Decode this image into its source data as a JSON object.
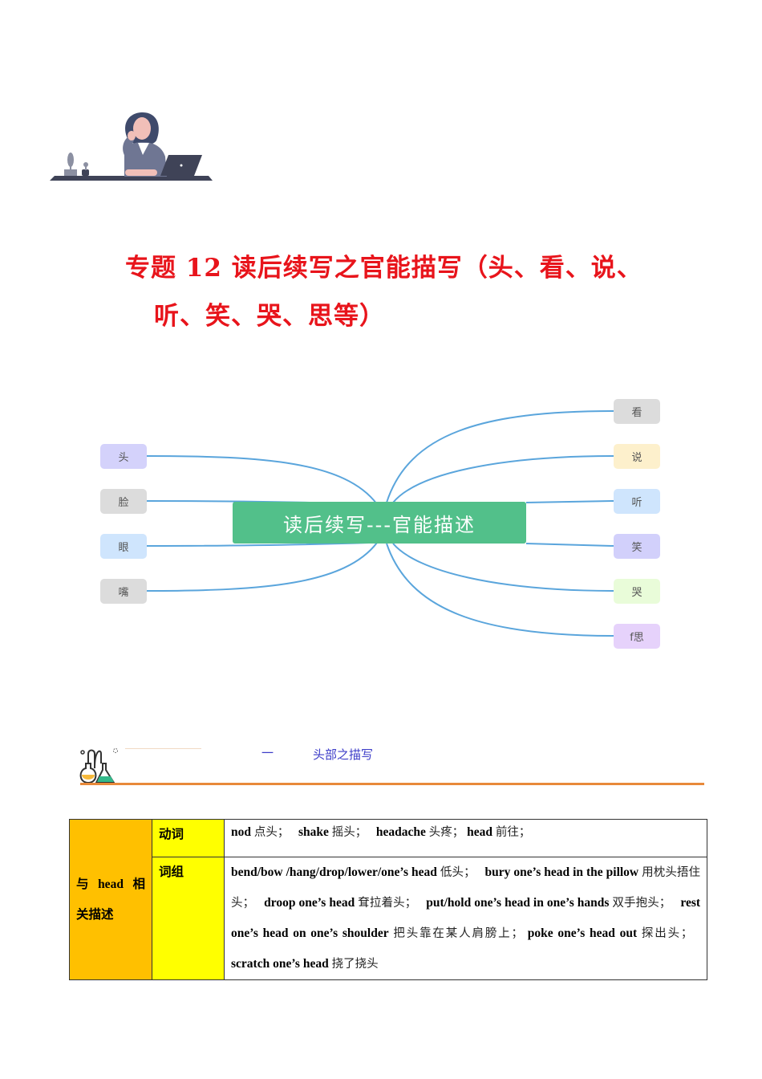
{
  "document": {
    "title_line1": "专题  12 读后续写之官能描写（头、看、说、",
    "title_line2": "听、笑、哭、思等）",
    "title_color": "#e8141b"
  },
  "mindmap": {
    "center": {
      "label": "读后续写---官能描述",
      "color": "#52c08a"
    },
    "left_nodes": [
      {
        "label": "头",
        "color": "#d4d2fb"
      },
      {
        "label": "脸",
        "color": "#dcdcdc"
      },
      {
        "label": "眼",
        "color": "#cfe5fd"
      },
      {
        "label": "嘴",
        "color": "#dcdcdc"
      }
    ],
    "right_nodes": [
      {
        "label": "看",
        "color": "#dcdcdc"
      },
      {
        "label": "说",
        "color": "#fdf0cc"
      },
      {
        "label": "听",
        "color": "#cfe5fd"
      },
      {
        "label": "笑",
        "color": "#d2d0fb"
      },
      {
        "label": "哭",
        "color": "#e9fcd9"
      },
      {
        "label": "f思",
        "color": "#e6d2fb"
      }
    ],
    "connector_color": "#5aa5dc"
  },
  "section": {
    "number_dash": "一",
    "title": "头部之描写",
    "icon": "chemistry-flask-icon",
    "rule_color": "#e8893a"
  },
  "table": {
    "category": "与 head 相关描述",
    "category_parts": [
      "与",
      "head",
      "相",
      "关描述"
    ],
    "rows": [
      {
        "sub": "动词",
        "items": [
          {
            "en": "nod",
            "zh": "点头；"
          },
          {
            "en": "shake",
            "zh": "摇头；"
          },
          {
            "en": "headache",
            "zh": "头疼；"
          },
          {
            "en": "head",
            "zh": "前往；"
          }
        ]
      },
      {
        "sub": "词组",
        "items": [
          {
            "en": "bend/bow /hang/drop/lower/one’s head",
            "zh": "低头；"
          },
          {
            "en": "bury one’s head in the pillow",
            "zh": "用枕头捂住头；"
          },
          {
            "en": "droop one’s head",
            "zh": "耷拉着头；"
          },
          {
            "en": "put/hold one’s head in one’s hands",
            "zh": "双手抱头；"
          },
          {
            "en": "rest one’s head on one’s shoulder",
            "zh": "把头靠在某人肩膀上；"
          },
          {
            "en": "poke one’s head out",
            "zh": "探出头；"
          },
          {
            "en": "scratch one’s head",
            "zh": "挠了挠头"
          }
        ]
      }
    ],
    "category_color": "#ffc000",
    "sub_color": "#ffff00"
  }
}
